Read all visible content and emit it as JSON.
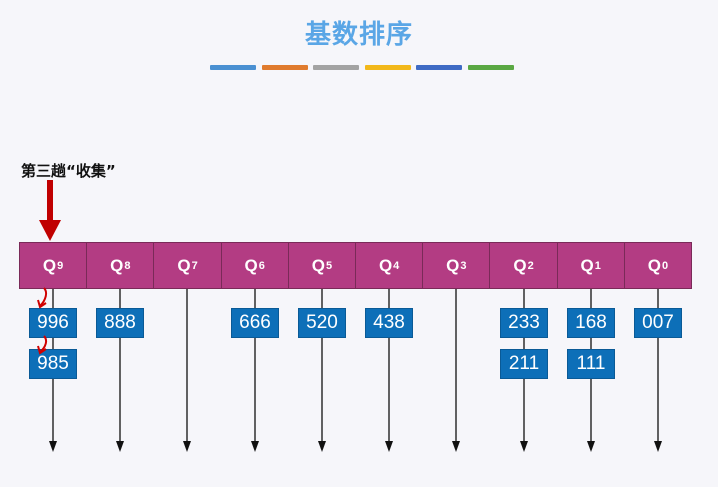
{
  "title": "基数排序",
  "stripe_colors": [
    "#4a90d2",
    "#e07b2e",
    "#a3a3a3",
    "#f2b81a",
    "#3f6bc4",
    "#5aa843"
  ],
  "collect_label": "第三趟“收集”",
  "queues": [
    {
      "letter": "Q",
      "sub": "9",
      "items": [
        "996",
        "985"
      ]
    },
    {
      "letter": "Q",
      "sub": "8",
      "items": [
        "888"
      ]
    },
    {
      "letter": "Q",
      "sub": "7",
      "items": []
    },
    {
      "letter": "Q",
      "sub": "6",
      "items": [
        "666"
      ]
    },
    {
      "letter": "Q",
      "sub": "5",
      "items": [
        "520"
      ]
    },
    {
      "letter": "Q",
      "sub": "4",
      "items": [
        "438"
      ]
    },
    {
      "letter": "Q",
      "sub": "3",
      "items": []
    },
    {
      "letter": "Q",
      "sub": "2",
      "items": [
        "233",
        "211"
      ]
    },
    {
      "letter": "Q",
      "sub": "1",
      "items": [
        "168",
        "111"
      ]
    },
    {
      "letter": "Q",
      "sub": "0",
      "items": [
        "007"
      ]
    }
  ],
  "colors": {
    "bar": "#b33c83",
    "box": "#0d6fb8",
    "arrow": "#c00000"
  }
}
